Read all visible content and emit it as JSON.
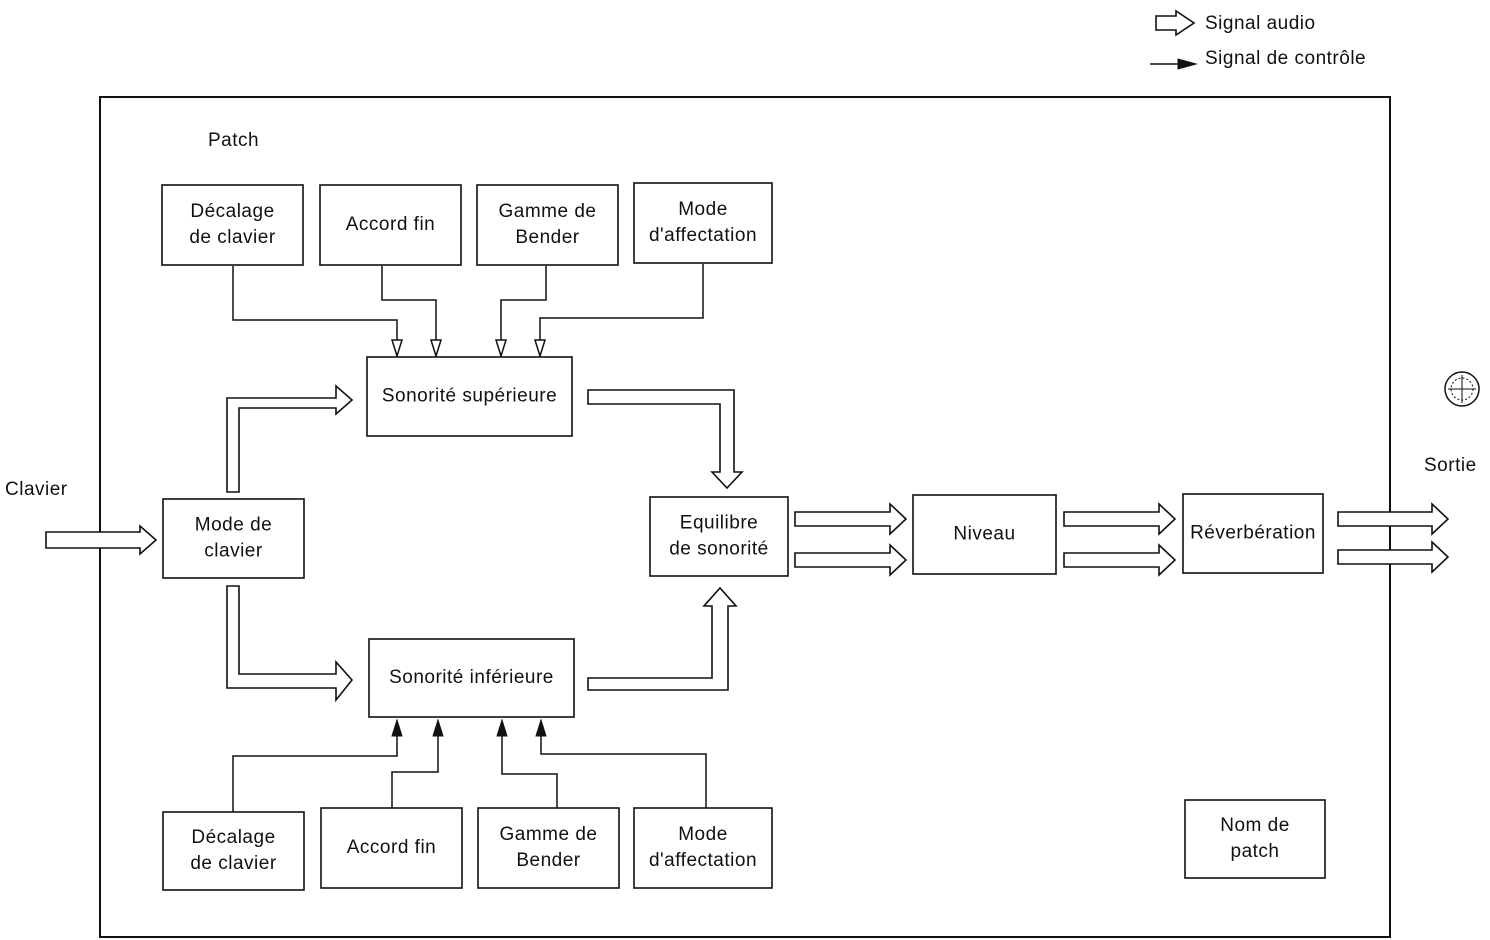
{
  "legend": {
    "audio_label": "Signal audio",
    "control_label": "Signal de contrôle"
  },
  "frame": {
    "title": "Patch"
  },
  "input": {
    "label": "Clavier"
  },
  "output": {
    "label": "Sortie"
  },
  "blocks": {
    "top_decalage": [
      "Décalage",
      "de clavier"
    ],
    "top_accord": [
      "Accord fin"
    ],
    "top_gamme": [
      "Gamme de",
      "Bender"
    ],
    "top_mode": [
      "Mode",
      "d'affectation"
    ],
    "upper_tone": [
      "Sonorité supérieure"
    ],
    "keyboard_mode": [
      "Mode de",
      "clavier"
    ],
    "lower_tone": [
      "Sonorité inférieure"
    ],
    "balance": [
      "Equilibre",
      "de sonorité"
    ],
    "level": [
      "Niveau"
    ],
    "reverb": [
      "Réverbération"
    ],
    "bot_decalage": [
      "Décalage",
      "de clavier"
    ],
    "bot_accord": [
      "Accord fin"
    ],
    "bot_gamme": [
      "Gamme de",
      "Bender"
    ],
    "bot_mode": [
      "Mode",
      "d'affectation"
    ],
    "patch_name": [
      "Nom de",
      "patch"
    ]
  }
}
